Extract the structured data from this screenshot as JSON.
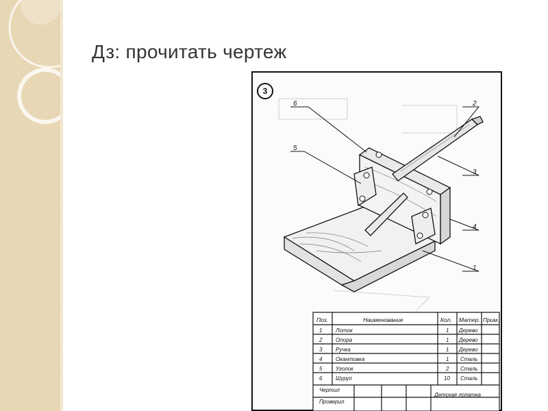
{
  "slide": {
    "title": "Дз: прочитать чертеж"
  },
  "drawing": {
    "sheet_number": "3",
    "leaders": [
      "6",
      "5",
      "2",
      "3",
      "4",
      "1"
    ],
    "parts_table": {
      "headers": {
        "pos": "Поз.",
        "name": "Наименование",
        "qty": "Кол.",
        "material": "Матер.",
        "note": "Прим."
      },
      "rows": [
        {
          "pos": "1",
          "name": "Лоток",
          "qty": "1",
          "material": "Дерево"
        },
        {
          "pos": "2",
          "name": "Опора",
          "qty": "1",
          "material": "Дерево"
        },
        {
          "pos": "3",
          "name": "Ручка",
          "qty": "1",
          "material": "Дерево"
        },
        {
          "pos": "4",
          "name": "Окантовка",
          "qty": "1",
          "material": "Сталь"
        },
        {
          "pos": "5",
          "name": "Уголок",
          "qty": "2",
          "material": "Сталь"
        },
        {
          "pos": "6",
          "name": "Шуруп",
          "qty": "10",
          "material": "Сталь"
        }
      ],
      "footer": {
        "drew": "Чертил",
        "checked": "Проверил",
        "product": "Детская лопатка"
      }
    }
  }
}
